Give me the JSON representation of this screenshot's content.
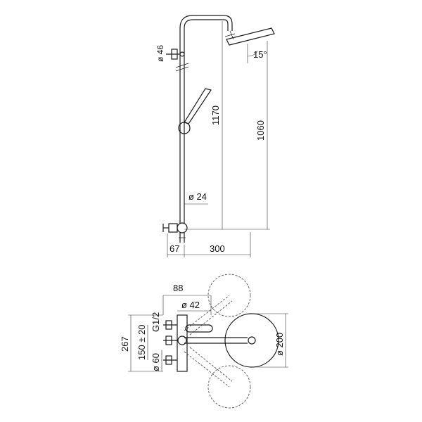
{
  "side_view": {
    "dim_holder_diameter": "ø 46",
    "dim_angle": "15°",
    "dim_total_height": "1170",
    "dim_head_height": "1060",
    "dim_tube_diameter": "ø 24",
    "dim_offset": "67",
    "dim_arm_length": "300"
  },
  "top_view": {
    "dim_width": "88",
    "dim_valve_diameter": "ø 42",
    "dim_thread": "G1/2",
    "dim_overall": "267",
    "dim_centers": "150 ± 20",
    "dim_cover_diameter": "ø 60",
    "dim_head_diameter": "ø 200"
  }
}
